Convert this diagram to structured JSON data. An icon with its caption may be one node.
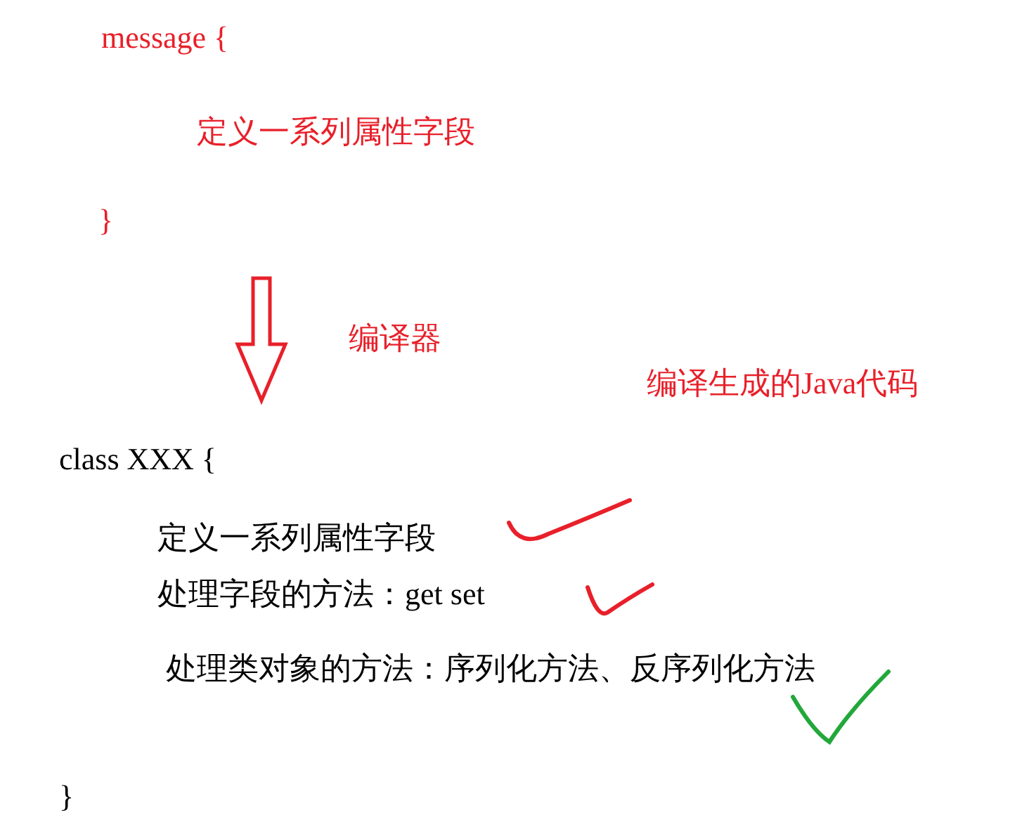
{
  "diagram": {
    "nodes": [
      {
        "text": [
          "message {",
          "定义一系列属性字段",
          "}"
        ]
      },
      {
        "text": [
          "class XXX {",
          "定义一系列属性字段",
          "处理字段的方法：get set",
          "处理类对象的方法：序列化方法、反序列化方法",
          "}"
        ]
      }
    ],
    "edges": [
      {
        "from": 0,
        "to": 1,
        "arrow": "to",
        "label": "编译器",
        "color": "#e8202a"
      }
    ],
    "labels": [
      "编译生成的Java代码"
    ]
  }
}
